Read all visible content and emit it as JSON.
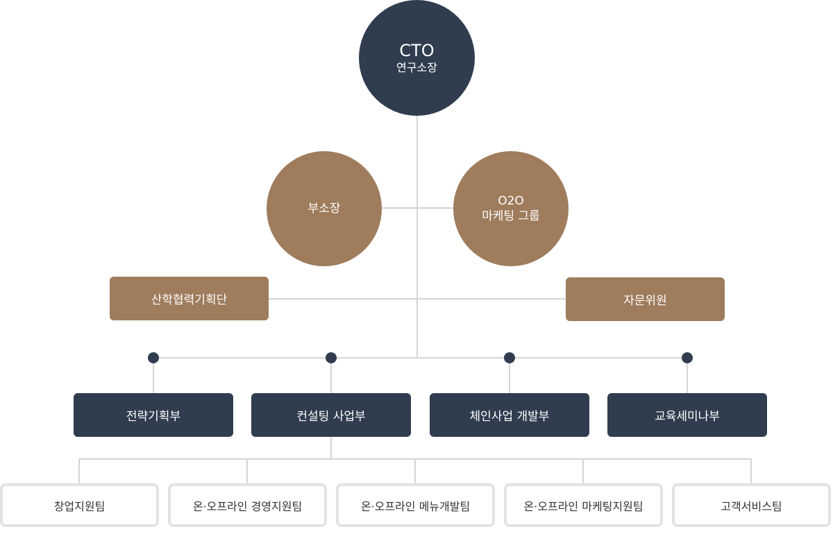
{
  "cto": {
    "title": "CTO",
    "subtitle": "연구소장"
  },
  "vice": {
    "label": "부소장"
  },
  "o2o": {
    "line1": "O2O",
    "line2": "마케팅 그룹"
  },
  "side_left": {
    "label": "산학협력기획단"
  },
  "side_right": {
    "label": "자문위원"
  },
  "departments": [
    {
      "label": "전략기획부"
    },
    {
      "label": "컨설팅 사업부"
    },
    {
      "label": "체인사업 개발부"
    },
    {
      "label": "교육세미나부"
    }
  ],
  "teams": [
    {
      "label": "창업지원팀"
    },
    {
      "label": "온·오프라인 경영지원팀"
    },
    {
      "label": "온·오프라인 메뉴개발팀"
    },
    {
      "label": "온·오프라인 마케팅지원팀"
    },
    {
      "label": "고객서비스팀"
    }
  ],
  "colors": {
    "dark": "#2f3d4e",
    "brown": "#9e7c5c",
    "line": "#d4d4d4"
  }
}
